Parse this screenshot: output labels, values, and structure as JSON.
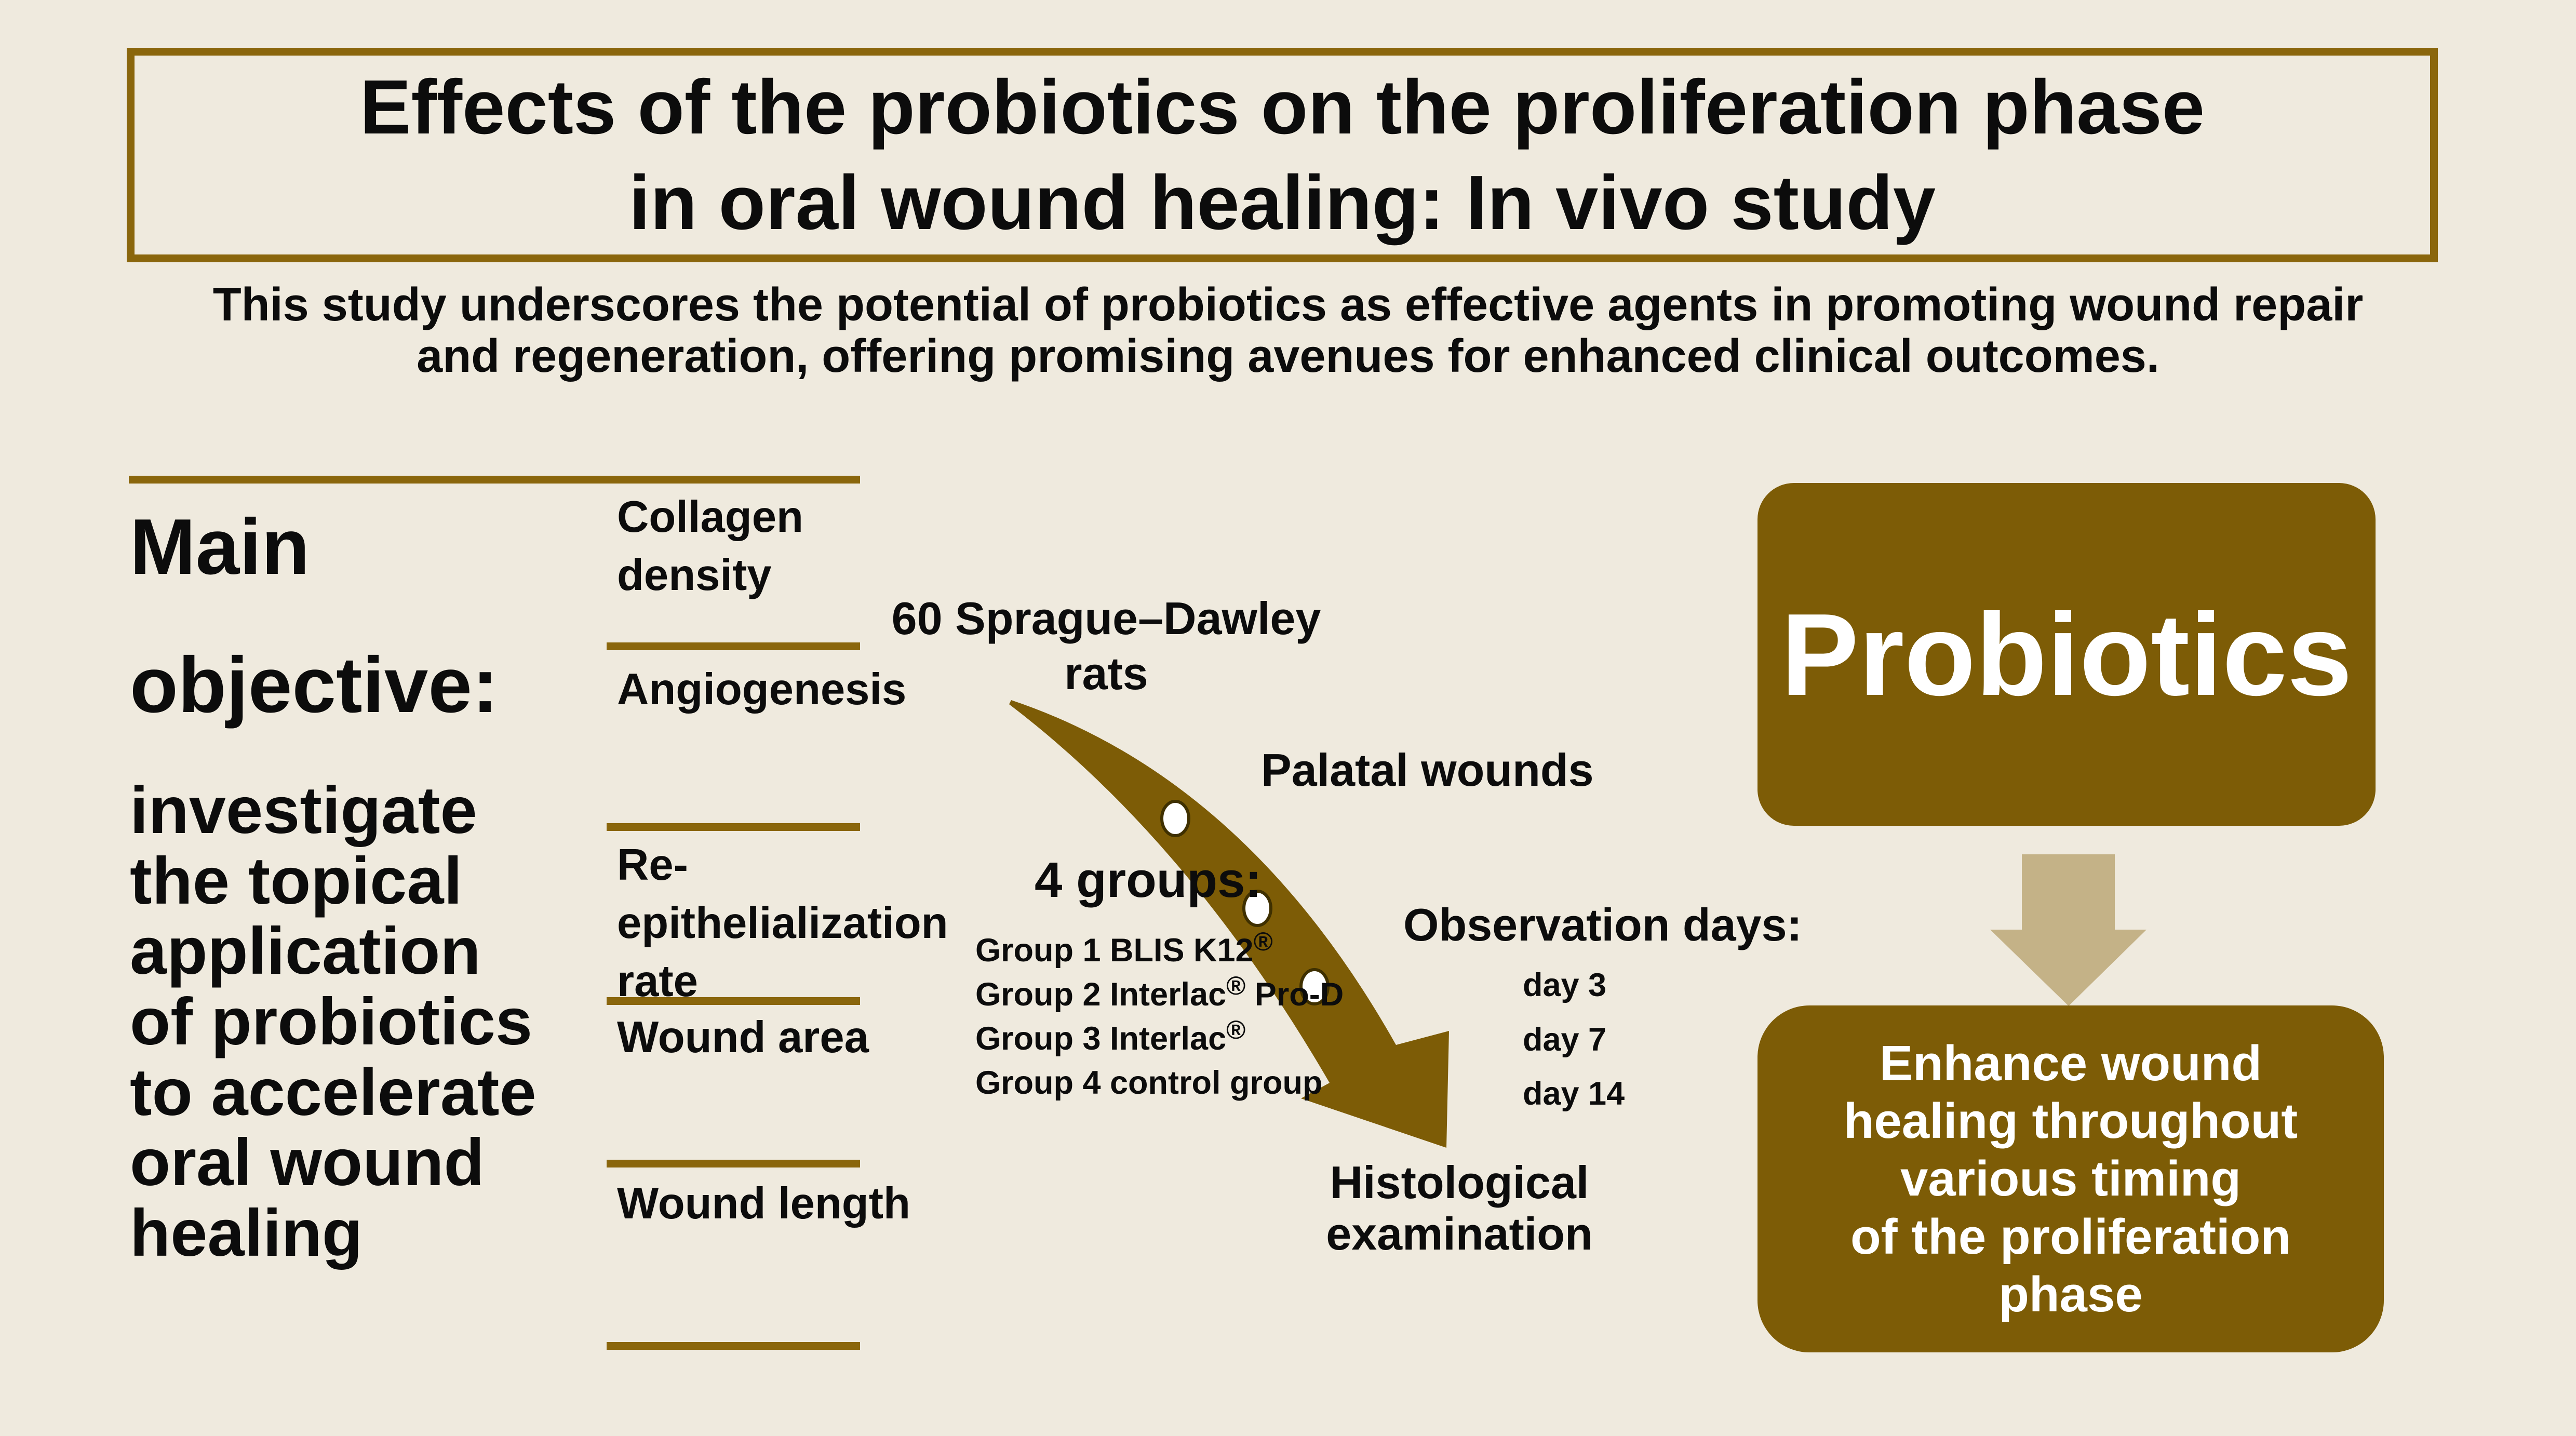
{
  "page": {
    "background_color": "#efeade"
  },
  "colors": {
    "brown": "#7d5c06",
    "rule_brown": "#8a660c",
    "tan_arrow": "#c4b287",
    "text": "#0c0c0c",
    "white": "#ffffff"
  },
  "title": {
    "line1": "Effects of the probiotics on the proliferation phase",
    "line2": "in oral wound healing: In vivo study"
  },
  "subtitle": "This study underscores the potential of probiotics as effective agents in promoting wound repair\nand regeneration, offering promising avenues for enhanced clinical outcomes.",
  "objective": {
    "heading": "Main\nobjective:",
    "body": "investigate\nthe topical\napplication\nof probiotics\nto accelerate\noral wound\nhealing"
  },
  "outcomes": [
    "Collagen\ndensity",
    "Angiogenesis",
    "Re-epithelialization\nrate",
    "Wound area",
    "Wound length"
  ],
  "flow": {
    "sample": "60 Sprague–Dawley\nrats",
    "wounds_label": "Palatal wounds",
    "groups_heading": "4 groups:",
    "groups": [
      {
        "pre": "Group 1 BLIS K12",
        "sup": "®",
        "post": ""
      },
      {
        "pre": "Group 2 Interlac",
        "sup": "®",
        "post": " Pro-D"
      },
      {
        "pre": "Group 3 Interlac",
        "sup": "®",
        "post": ""
      },
      {
        "pre": "Group 4 control group",
        "sup": "",
        "post": ""
      }
    ],
    "observation_heading": "Observation days:",
    "observation_days": "day 3\nday 7\nday 14",
    "histology_label": "Histological\nexamination"
  },
  "intervention_box": {
    "label": "Probiotics"
  },
  "result_box": {
    "text": "Enhance wound\nhealing throughout\nvarious timing\nof the proliferation\nphase"
  }
}
